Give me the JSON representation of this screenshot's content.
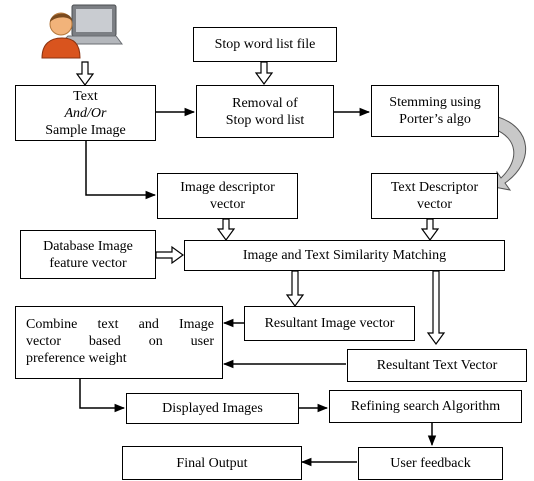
{
  "diagram": {
    "nodes": {
      "text_sample": {
        "line1": "Text",
        "line2": "And/Or",
        "line3": "Sample Image"
      },
      "stopword_file": {
        "label": "Stop word list file"
      },
      "removal": {
        "line1": "Removal of",
        "line2": "Stop word list"
      },
      "stemming": {
        "line1": "Stemming using",
        "line2": "Porter’s algo"
      },
      "image_desc": {
        "line1": "Image descriptor",
        "line2": "vector"
      },
      "text_desc": {
        "line1": "Text Descriptor",
        "line2": "vector"
      },
      "db_feature": {
        "line1": "Database Image",
        "line2": "feature vector"
      },
      "similarity": {
        "label": "Image and Text Similarity Matching"
      },
      "combine": {
        "line1": "Combine text and Image",
        "line2": "vector based on user",
        "line3": "preference weight"
      },
      "resultant_image": {
        "label": "Resultant Image vector"
      },
      "resultant_text": {
        "label": "Resultant Text Vector"
      },
      "displayed": {
        "label": "Displayed Images"
      },
      "refining": {
        "label": "Refining search Algorithm"
      },
      "final": {
        "label": "Final Output"
      },
      "feedback": {
        "label": "User feedback"
      }
    },
    "icons": {
      "user": "user-at-laptop-icon"
    },
    "colors": {
      "stroke": "#000000",
      "curved_arrow_fill": "#c8c8c8",
      "person_skin": "#f2b37a",
      "person_shirt": "#d9541e"
    }
  }
}
